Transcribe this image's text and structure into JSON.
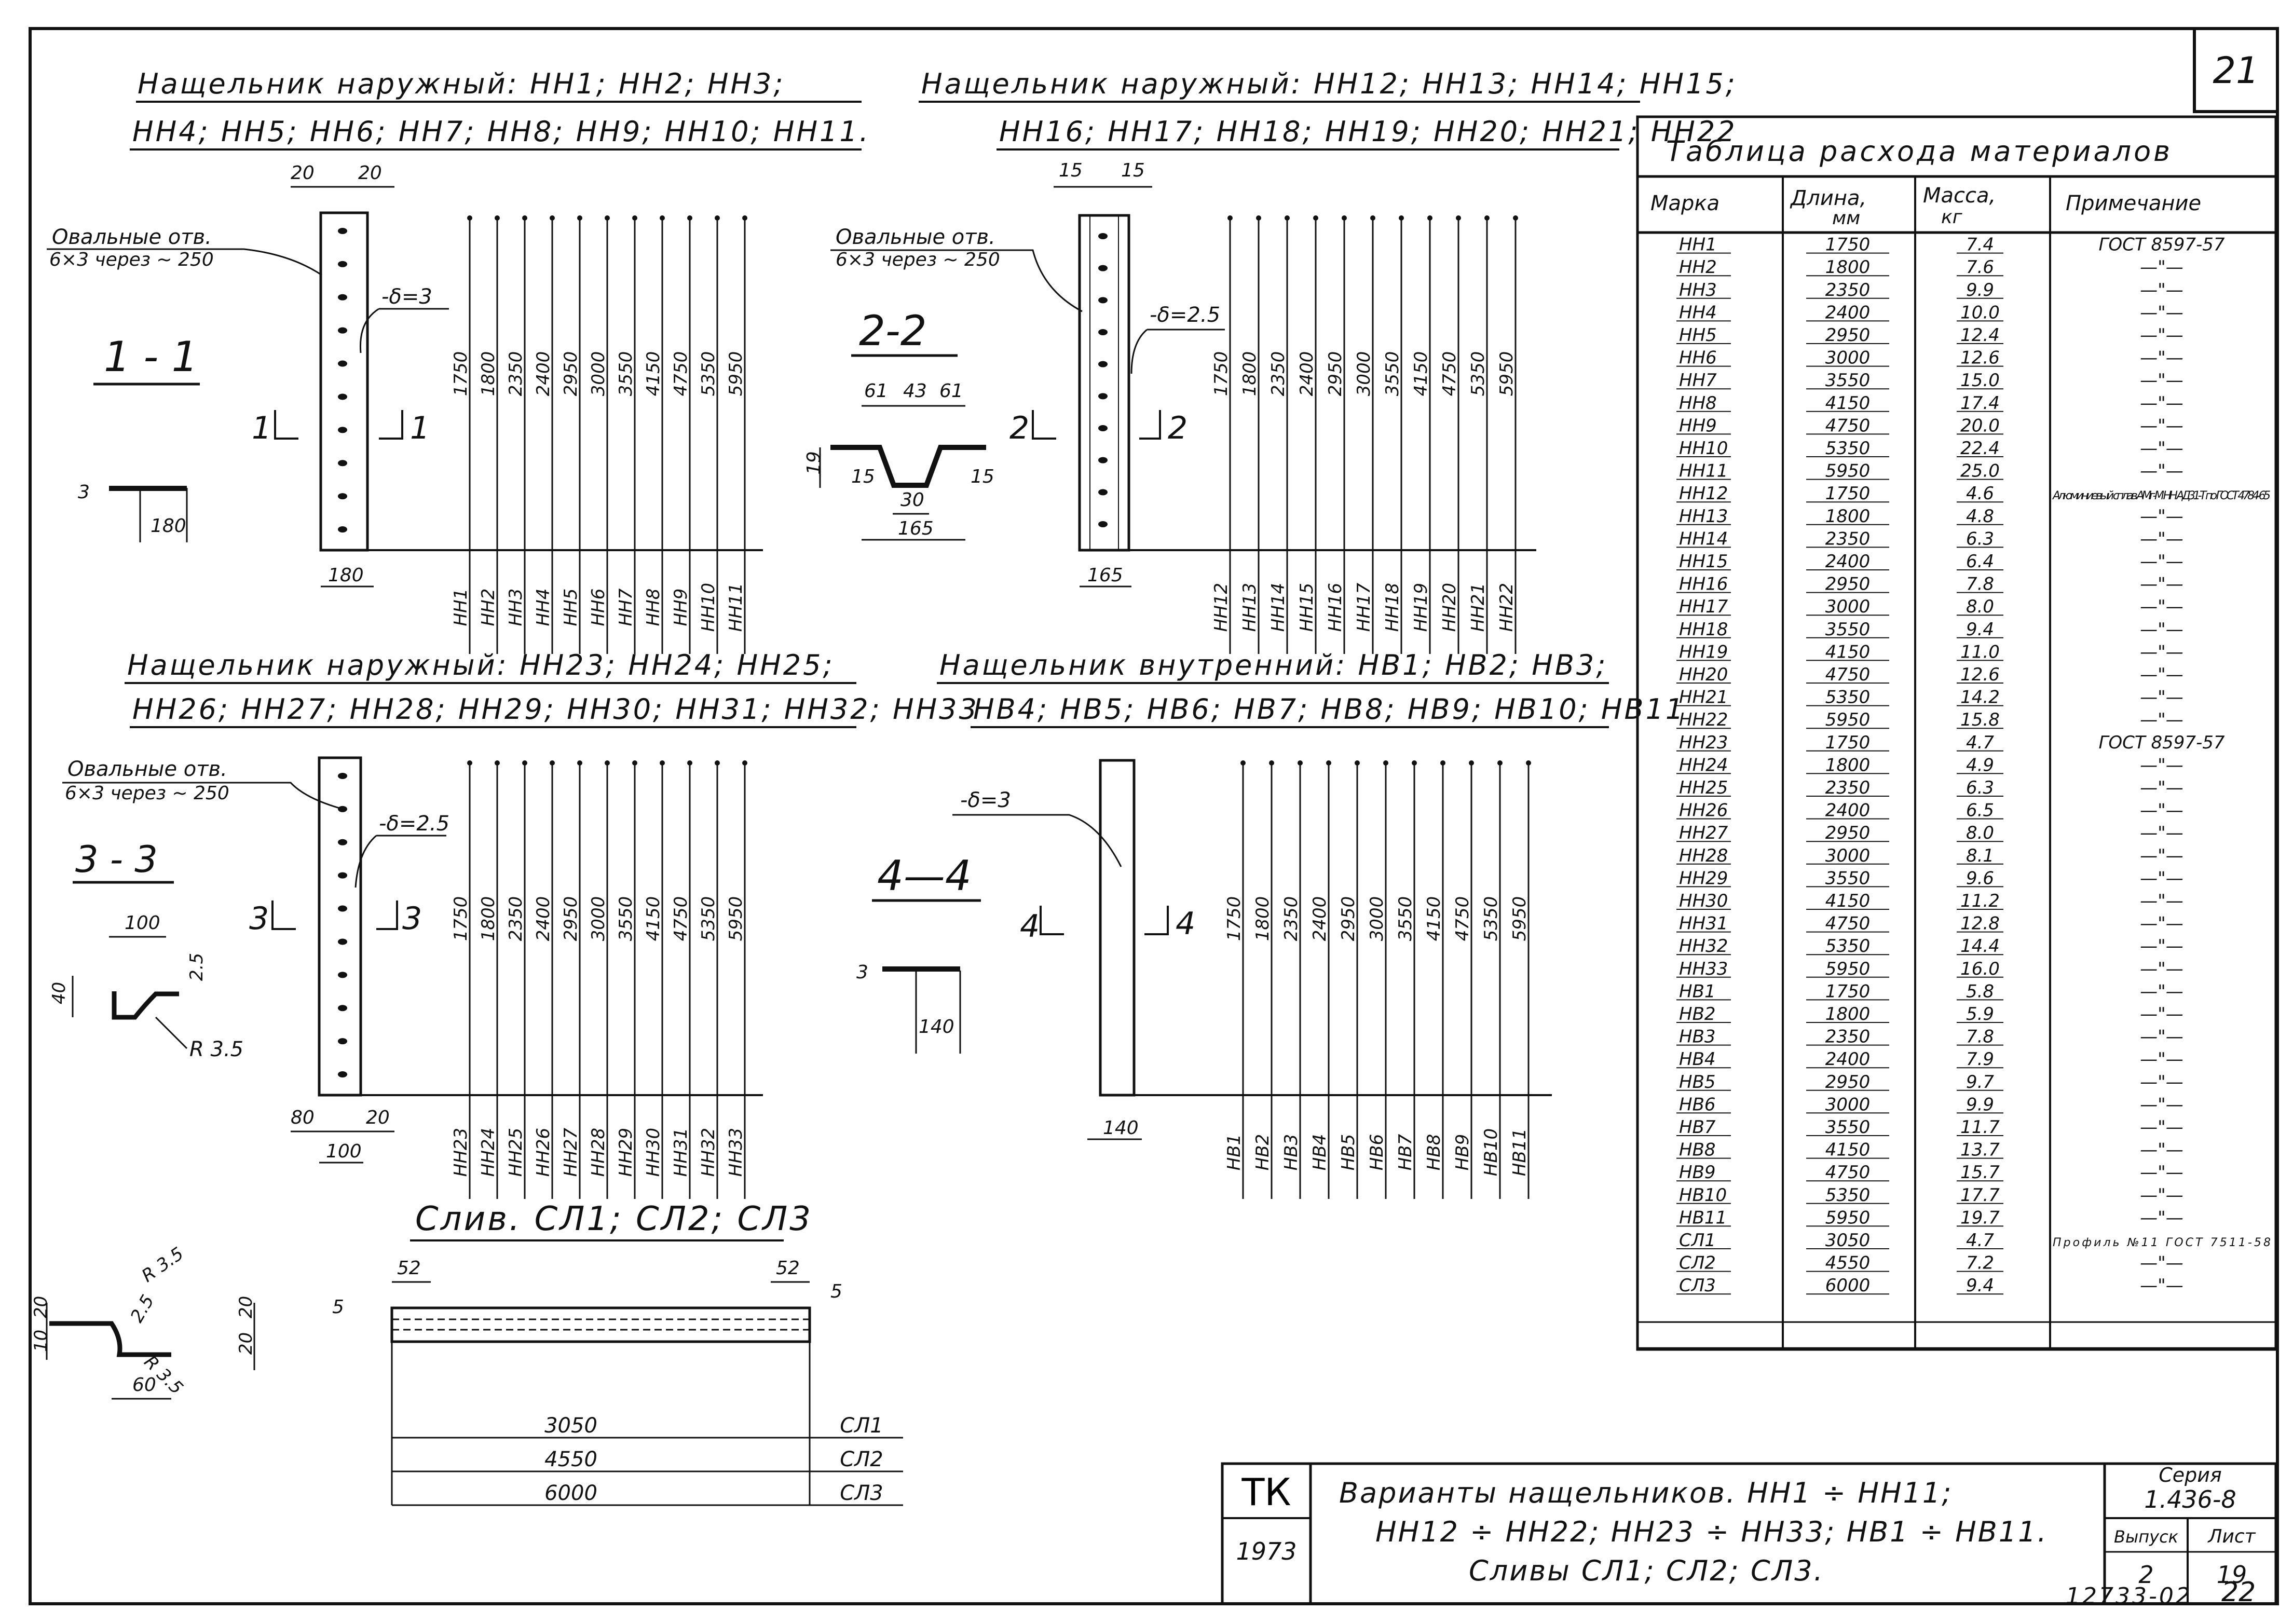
{
  "sheet_number": "21",
  "page_code": "12733-02",
  "page_code_tail": "22",
  "section1": {
    "title_line1": "Нащельник наружный: НН1; НН2; НН3;",
    "title_line2": "НН4; НН5; НН6; НН7; НН8; НН9; НН10; НН11.",
    "holes_note_1": "Овальные отв.",
    "holes_note_2": "6×3 через ~ 250",
    "thickness": "-δ=3",
    "cut_label": "1 - 1",
    "cut_mark_left": "1",
    "cut_mark_right": "1",
    "top_dims": [
      "20",
      "20"
    ],
    "bottom_dim": "180",
    "profile_thk": "3",
    "profile_width": "180",
    "lengths": [
      "1750",
      "1800",
      "2350",
      "2400",
      "2950",
      "3000",
      "3550",
      "4150",
      "4750",
      "5350",
      "5950"
    ],
    "marks": [
      "НН1",
      "НН2",
      "НН3",
      "НН4",
      "НН5",
      "НН6",
      "НН7",
      "НН8",
      "НН9",
      "НН10",
      "НН11"
    ]
  },
  "section2": {
    "title_line1": "Нащельник наружный: НН12; НН13; НН14; НН15;",
    "title_line2": "НН16; НН17; НН18; НН19; НН20; НН21; НН22",
    "holes_note_1": "Овальные отв.",
    "holes_note_2": "6×3 через ~ 250",
    "thickness": "-δ=2.5",
    "cut_label": "2-2",
    "cut_mark_left": "2",
    "cut_mark_right": "2",
    "top_dims": [
      "15",
      "15"
    ],
    "bottom_dim": "165",
    "profile_dims_top": [
      "61",
      "43",
      "61"
    ],
    "profile_height": "19",
    "profile_side": [
      "15",
      "15"
    ],
    "profile_bottom": "30",
    "profile_width": "165",
    "lengths": [
      "1750",
      "1800",
      "2350",
      "2400",
      "2950",
      "3000",
      "3550",
      "4150",
      "4750",
      "5350",
      "5950"
    ],
    "marks": [
      "НН12",
      "НН13",
      "НН14",
      "НН15",
      "НН16",
      "НН17",
      "НН18",
      "НН19",
      "НН20",
      "НН21",
      "НН22"
    ]
  },
  "section3": {
    "title_line1": "Нащельник наружный: НН23; НН24; НН25;",
    "title_line2": "НН26; НН27; НН28; НН29; НН30; НН31; НН32; НН33",
    "holes_note_1": "Овальные отв.",
    "holes_note_2": "6×3 через ~ 250",
    "thickness": "-δ=2.5",
    "cut_label": "3 - 3",
    "cut_mark_left": "3",
    "cut_mark_right": "3",
    "bottom_dims": [
      "80",
      "20",
      "100"
    ],
    "profile_dims": [
      "100",
      "2.5",
      "40",
      "R 3.5"
    ],
    "lengths": [
      "1750",
      "1800",
      "2350",
      "2400",
      "2950",
      "3000",
      "3550",
      "4150",
      "4750",
      "5350",
      "5950"
    ],
    "marks": [
      "НН23",
      "НН24",
      "НН25",
      "НН26",
      "НН27",
      "НН28",
      "НН29",
      "НН30",
      "НН31",
      "НН32",
      "НН33"
    ]
  },
  "section4": {
    "title_line1": "Нащельник внутренний: НВ1; НВ2; НВ3;",
    "title_line2": "НВ4; НВ5; НВ6; НВ7; НВ8; НВ9; НВ10; НВ11",
    "thickness": "-δ=3",
    "cut_label": "4—4",
    "cut_mark_left": "4",
    "cut_mark_right": "4",
    "bottom_dim": "140",
    "profile_thk": "3",
    "profile_width": "140",
    "lengths": [
      "1750",
      "1800",
      "2350",
      "2400",
      "2950",
      "3000",
      "3550",
      "4150",
      "4750",
      "5350",
      "5950"
    ],
    "marks": [
      "НВ1",
      "НВ2",
      "НВ3",
      "НВ4",
      "НВ5",
      "НВ6",
      "НВ7",
      "НВ8",
      "НВ9",
      "НВ10",
      "НВ11"
    ]
  },
  "section5": {
    "title": "Слив. СЛ1; СЛ2; СЛ3",
    "end_dims": [
      "52",
      "52"
    ],
    "thk": "5",
    "profile_dims": [
      "R 3.5",
      "2.5",
      "20",
      "10",
      "20",
      "20",
      "R 3.5",
      "60"
    ],
    "rows": [
      {
        "length": "3050",
        "mark": "СЛ1"
      },
      {
        "length": "4550",
        "mark": "СЛ2"
      },
      {
        "length": "6000",
        "mark": "СЛ3"
      }
    ]
  },
  "table": {
    "title": "Таблица расхода материалов",
    "headers": {
      "mark": "Марка",
      "length": "Длина,",
      "length_unit": "мм",
      "mass": "Масса,",
      "mass_unit": "кг",
      "note": "Примечание"
    },
    "rows": [
      [
        "НН1",
        "1750",
        "7.4",
        "ГОСТ 8597-57"
      ],
      [
        "НН2",
        "1800",
        "7.6",
        "—\"—"
      ],
      [
        "НН3",
        "2350",
        "9.9",
        "—\"—"
      ],
      [
        "НН4",
        "2400",
        "10.0",
        "—\"—"
      ],
      [
        "НН5",
        "2950",
        "12.4",
        "—\"—"
      ],
      [
        "НН6",
        "3000",
        "12.6",
        "—\"—"
      ],
      [
        "НН7",
        "3550",
        "15.0",
        "—\"—"
      ],
      [
        "НН8",
        "4150",
        "17.4",
        "—\"—"
      ],
      [
        "НН9",
        "4750",
        "20.0",
        "—\"—"
      ],
      [
        "НН10",
        "5350",
        "22.4",
        "—\"—"
      ],
      [
        "НН11",
        "5950",
        "25.0",
        "—\"—"
      ],
      [
        "НН12",
        "1750",
        "4.6",
        "Алюминиевый сплав АМг-М НН АД31-Т по ГОСТ 4784-65"
      ],
      [
        "НН13",
        "1800",
        "4.8",
        "—\"—"
      ],
      [
        "НН14",
        "2350",
        "6.3",
        "—\"—"
      ],
      [
        "НН15",
        "2400",
        "6.4",
        "—\"—"
      ],
      [
        "НН16",
        "2950",
        "7.8",
        "—\"—"
      ],
      [
        "НН17",
        "3000",
        "8.0",
        "—\"—"
      ],
      [
        "НН18",
        "3550",
        "9.4",
        "—\"—"
      ],
      [
        "НН19",
        "4150",
        "11.0",
        "—\"—"
      ],
      [
        "НН20",
        "4750",
        "12.6",
        "—\"—"
      ],
      [
        "НН21",
        "5350",
        "14.2",
        "—\"—"
      ],
      [
        "НН22",
        "5950",
        "15.8",
        "—\"—"
      ],
      [
        "НН23",
        "1750",
        "4.7",
        "ГОСТ 8597-57"
      ],
      [
        "НН24",
        "1800",
        "4.9",
        "—\"—"
      ],
      [
        "НН25",
        "2350",
        "6.3",
        "—\"—"
      ],
      [
        "НН26",
        "2400",
        "6.5",
        "—\"—"
      ],
      [
        "НН27",
        "2950",
        "8.0",
        "—\"—"
      ],
      [
        "НН28",
        "3000",
        "8.1",
        "—\"—"
      ],
      [
        "НН29",
        "3550",
        "9.6",
        "—\"—"
      ],
      [
        "НН30",
        "4150",
        "11.2",
        "—\"—"
      ],
      [
        "НН31",
        "4750",
        "12.8",
        "—\"—"
      ],
      [
        "НН32",
        "5350",
        "14.4",
        "—\"—"
      ],
      [
        "НН33",
        "5950",
        "16.0",
        "—\"—"
      ],
      [
        "НВ1",
        "1750",
        "5.8",
        "—\"—"
      ],
      [
        "НВ2",
        "1800",
        "5.9",
        "—\"—"
      ],
      [
        "НВ3",
        "2350",
        "7.8",
        "—\"—"
      ],
      [
        "НВ4",
        "2400",
        "7.9",
        "—\"—"
      ],
      [
        "НВ5",
        "2950",
        "9.7",
        "—\"—"
      ],
      [
        "НВ6",
        "3000",
        "9.9",
        "—\"—"
      ],
      [
        "НВ7",
        "3550",
        "11.7",
        "—\"—"
      ],
      [
        "НВ8",
        "4150",
        "13.7",
        "—\"—"
      ],
      [
        "НВ9",
        "4750",
        "15.7",
        "—\"—"
      ],
      [
        "НВ10",
        "5350",
        "17.7",
        "—\"—"
      ],
      [
        "НВ11",
        "5950",
        "19.7",
        "—\"—"
      ],
      [
        "СЛ1",
        "3050",
        "4.7",
        "Профиль №11 ГОСТ 7511-58"
      ],
      [
        "СЛ2",
        "4550",
        "7.2",
        "—\"—"
      ],
      [
        "СЛ3",
        "6000",
        "9.4",
        "—\"—"
      ]
    ]
  },
  "stamp": {
    "org": "ТК",
    "year": "1973",
    "title_line1": "Варианты нащельников. НН1 ÷ НН11;",
    "title_line2": "НН12 ÷ НН22; НН23 ÷ НН33; НВ1 ÷ НВ11.",
    "title_line3": "Сливы СЛ1; СЛ2; СЛ3.",
    "series_label": "Серия",
    "series_value": "1.436-8",
    "issue_label": "Выпуск",
    "issue_value": "2",
    "sheet_label": "Лист",
    "sheet_value": "19"
  }
}
